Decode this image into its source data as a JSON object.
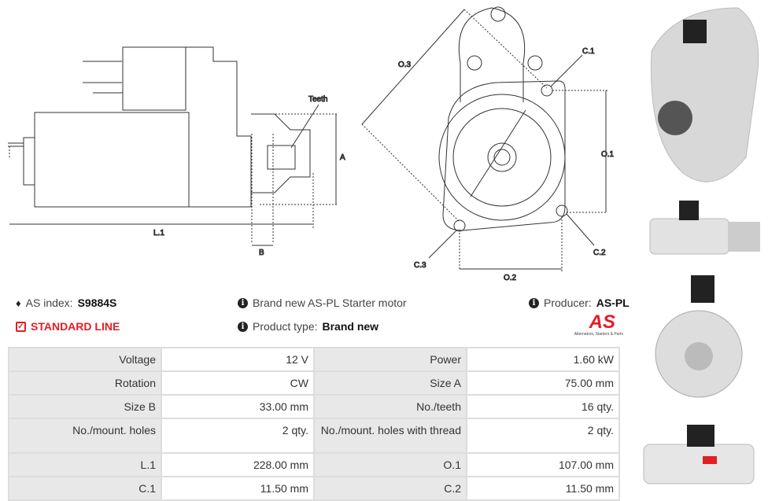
{
  "drawing": {
    "teeth_label": "Teeth",
    "a_label": "A",
    "b_label": "B",
    "l1_label": "L.1",
    "o1_label": "O.1",
    "o2_label": "O.2",
    "o3_label": "O.3",
    "c1_label": "C.1",
    "c2_label": "C.2",
    "c3_label": "C.3"
  },
  "info": {
    "as_index_label": "AS index:",
    "as_index_value": "S9884S",
    "standard_line": "STANDARD LINE",
    "description": "Brand new AS-PL Starter motor",
    "product_type_label": "Product type:",
    "product_type_value": "Brand new",
    "producer_label": "Producer:",
    "producer_value": "AS-PL",
    "logo_text": "AS",
    "logo_tagline": "Alternators, Starters & Parts"
  },
  "colors": {
    "accent": "#e31e24"
  },
  "specs": [
    [
      "Voltage",
      "12 V",
      "Power",
      "1.60 kW"
    ],
    [
      "Rotation",
      "CW",
      "Size A",
      "75.00 mm"
    ],
    [
      "Size B",
      "33.00 mm",
      "No./teeth",
      "16 qty."
    ],
    [
      "No./mount. holes",
      "2 qty.",
      "No./mount. holes with thread",
      "2 qty."
    ],
    [
      "L.1",
      "228.00 mm",
      "O.1",
      "107.00 mm"
    ],
    [
      "C.1",
      "11.50 mm",
      "C.2",
      "11.50 mm"
    ]
  ]
}
